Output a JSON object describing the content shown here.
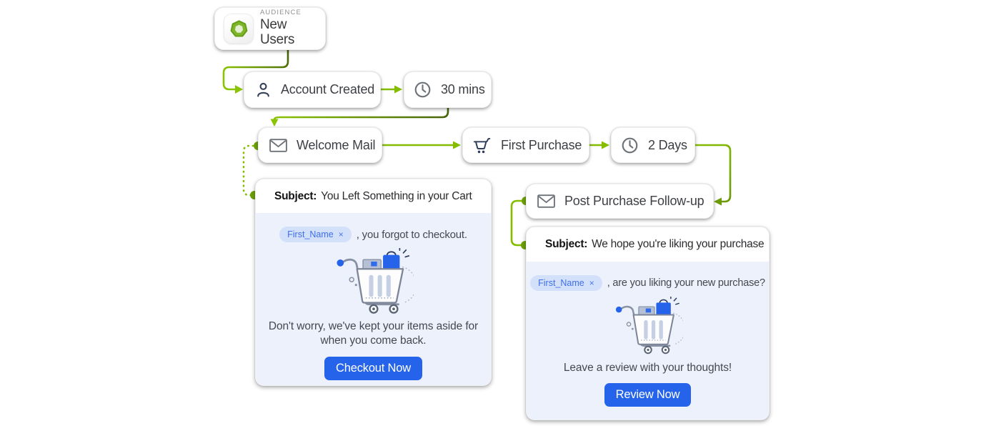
{
  "flow": {
    "audience_node": {
      "eyebrow": "AUDIENCE",
      "title": "New Users",
      "icon": "audience-heptagon-icon"
    },
    "nodes": [
      {
        "label": "Account Created",
        "icon": "person-icon"
      },
      {
        "label": "30 mins",
        "icon": "clock-icon"
      },
      {
        "label": "Welcome Mail",
        "icon": "mail-icon"
      },
      {
        "label": "First Purchase",
        "icon": "cart-icon"
      },
      {
        "label": "2 Days",
        "icon": "clock-icon"
      },
      {
        "label": "Post Purchase Follow-up",
        "icon": "mail-icon"
      }
    ]
  },
  "email_cards": [
    {
      "subject_label": "Subject:",
      "subject": "You Left Something in your Cart",
      "merge_chip": {
        "label": "First_Name",
        "close": "×"
      },
      "greeting_suffix": ", you forgot to checkout.",
      "body": "Don't worry, we've kept your items aside for when you come back.",
      "cta": "Checkout Now"
    },
    {
      "subject_label": "Subject:",
      "subject": "We hope you're liking your purchase",
      "merge_chip": {
        "label": "First_Name",
        "close": "×"
      },
      "greeting_suffix": ", are you liking your new purchase?",
      "body": "Leave a review with your thoughts!",
      "cta": "Review Now"
    }
  ],
  "colors": {
    "connector_green": "#84bd00",
    "connector_dark_green": "#46630a",
    "dot_green": "#6da008",
    "cta_blue": "#2563eb",
    "chip_bg": "#d3e0fa",
    "chip_text": "#3e6fe8",
    "card_body_bg": "#edf1fb",
    "icon_navy": "#33415c",
    "icon_gray": "#6e7379"
  }
}
